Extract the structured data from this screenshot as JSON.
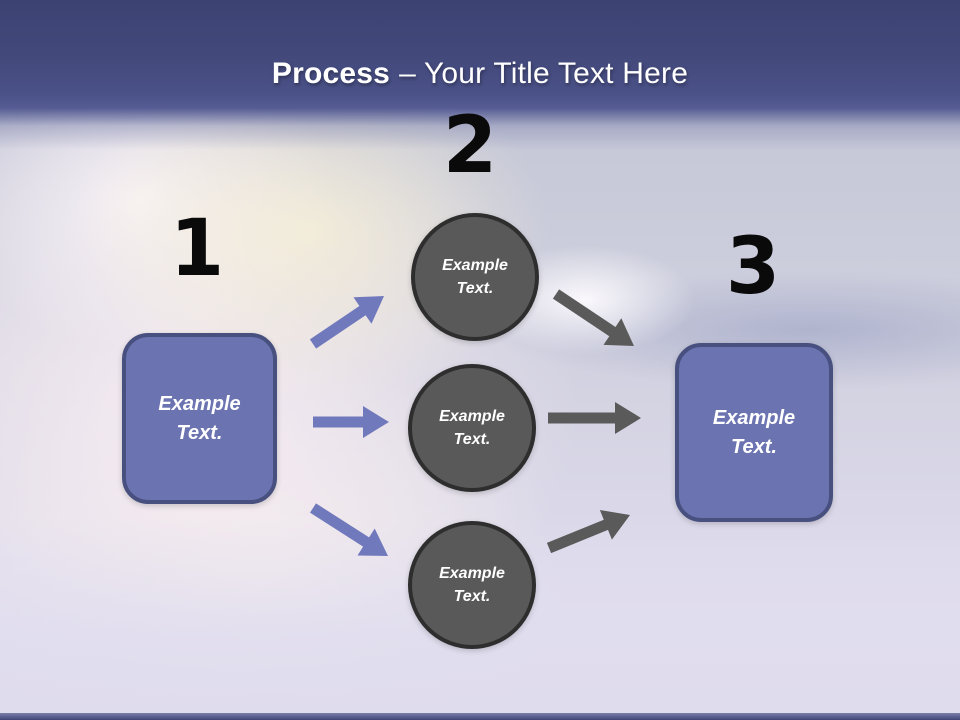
{
  "title": {
    "bold": "Process",
    "rest": "– Your Title Text Here"
  },
  "steps": {
    "one": "1",
    "two": "2",
    "three": "3"
  },
  "shapes": {
    "left_box": "Example Text.",
    "top_circle": "Example Text.",
    "middle_circle": "Example Text.",
    "bottom_circle": "Example Text.",
    "right_box": "Example Text."
  },
  "colors": {
    "header_top": "#3C4272",
    "header_bottom": "#4C5389",
    "title_text": "#FFFFFF",
    "box_fill": "#6B73B1",
    "box_border": "#47507F",
    "circle_fill": "#595959",
    "circle_border": "#2E2E2E",
    "arrow_blue": "#7179BD",
    "arrow_gray": "#5A5A5A",
    "number_text": "#0A0A0A"
  }
}
